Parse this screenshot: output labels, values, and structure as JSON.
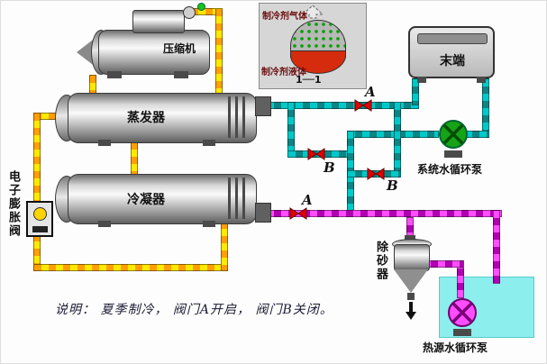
{
  "diagram": {
    "note": "说明：  夏季制冷， 阀门A开启， 阀门B关闭。",
    "components": {
      "compressor": "压缩机",
      "evaporator": "蒸发器",
      "condenser": "冷凝器",
      "expansion_valve": "电子膨胀阀",
      "terminal": "末端",
      "system_pump": "系统水循环泵",
      "heat_source_pump": "热源水循环泵",
      "desander": "除砂器"
    },
    "inset": {
      "gas": "制冷剂气体",
      "liquid": "制冷剂液体",
      "section": "1──1"
    },
    "valve_labels": {
      "a_top": "A",
      "b_left": "B",
      "b_right": "B",
      "a_bottom": "A"
    },
    "colors": {
      "refrigerant_pipe": "#ffa000",
      "refrigerant_dash": "#ffe900",
      "chilled_water_pipe": "#00c9c9",
      "chilled_water_dash": "#0b8585",
      "source_water_pipe": "#ff4dff",
      "source_water_dash": "#b100b1",
      "valve": "#e00000",
      "system_pump": "#17a317",
      "heat_source_pump": "#ff4dff",
      "tank": "#8deeee",
      "refrigerant_liquid": "#d42c0c"
    }
  }
}
